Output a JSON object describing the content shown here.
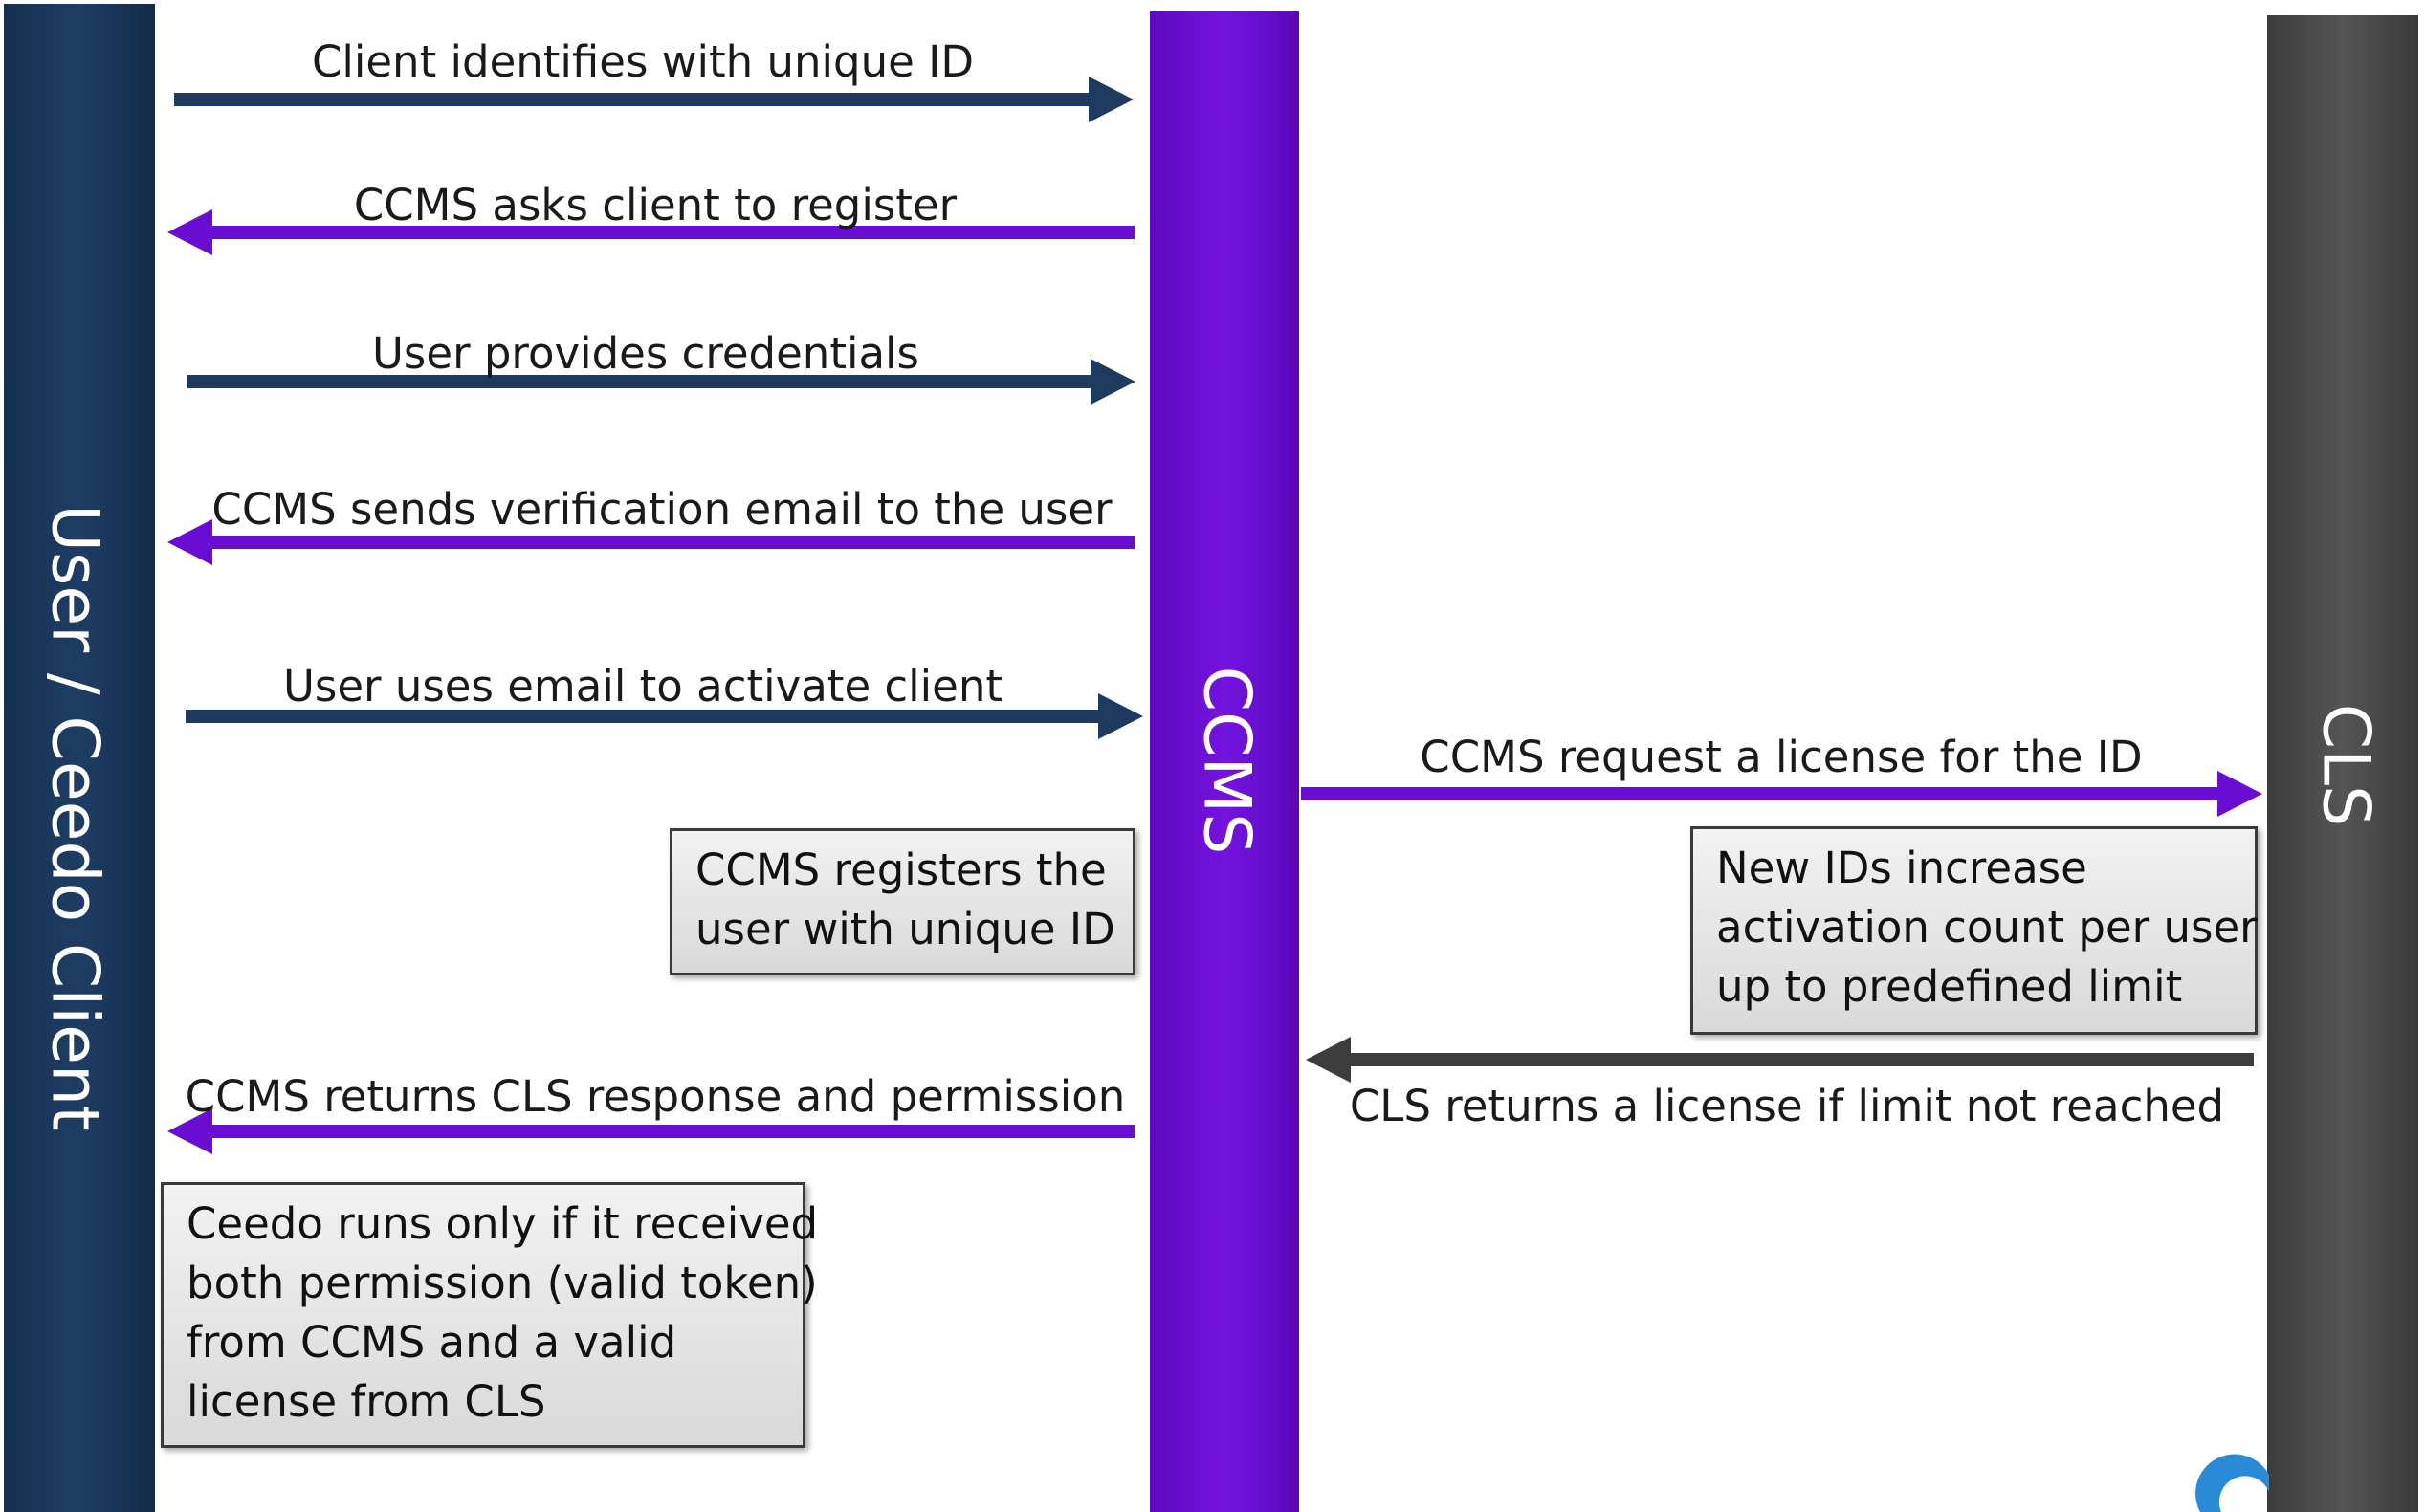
{
  "lifelines": {
    "client": {
      "label": "User / Ceedo Client",
      "color": "#1e3a5f"
    },
    "ccms": {
      "label": "CCMS",
      "color": "#6a0dd2"
    },
    "cls": {
      "label": "CLS",
      "color": "#4a4a4a"
    }
  },
  "messages": [
    {
      "label": "Client identifies  with unique ID",
      "from": "client",
      "to": "ccms"
    },
    {
      "label": "CCMS asks client to register",
      "from": "ccms",
      "to": "client"
    },
    {
      "label": "User provides credentials",
      "from": "client",
      "to": "ccms"
    },
    {
      "label": "CCMS sends verification email to the user",
      "from": "ccms",
      "to": "client"
    },
    {
      "label": "User uses email to activate client",
      "from": "client",
      "to": "ccms"
    },
    {
      "label": "CCMS request a license for the ID",
      "from": "ccms",
      "to": "cls"
    },
    {
      "label": "CLS returns a license if limit not reached",
      "from": "cls",
      "to": "ccms"
    },
    {
      "label": "CCMS returns CLS response and permission",
      "from": "ccms",
      "to": "client"
    }
  ],
  "notes": {
    "ccms_register": [
      "CCMS registers the",
      "user with unique ID"
    ],
    "cls_limit": [
      "New IDs increase",
      "activation count per user",
      "up to predefined limit"
    ],
    "ceedo_runs": [
      "Ceedo runs only if it received",
      "both permission (valid token)",
      "from CCMS and a valid",
      "license from CLS"
    ]
  },
  "colors": {
    "client_arrow": "#1e3a5f",
    "ccms_arrow": "#6a0dd2",
    "cls_arrow": "#3d3d3d"
  }
}
